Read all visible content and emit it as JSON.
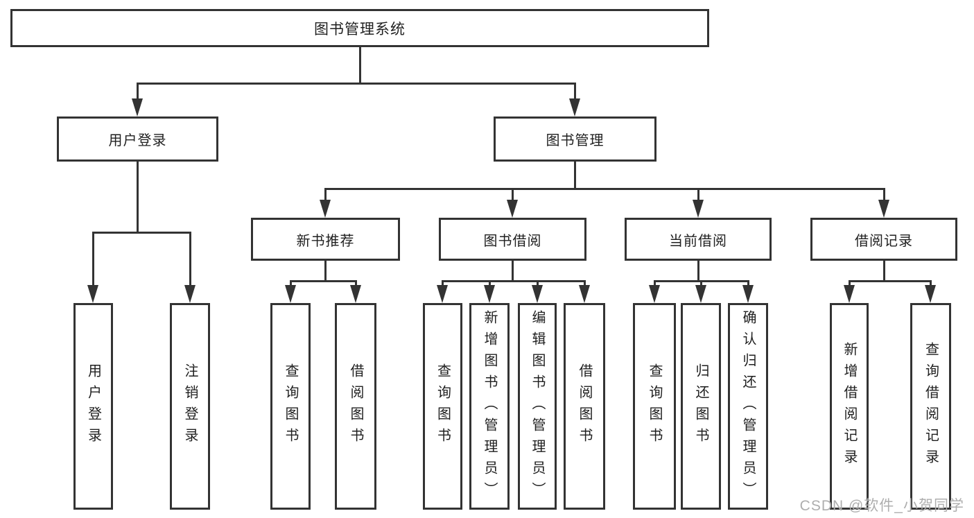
{
  "tree": {
    "label": "图书管理系统",
    "children": [
      {
        "label": "用户登录",
        "children": [
          {
            "label": "用户登录"
          },
          {
            "label": "注销登录"
          }
        ]
      },
      {
        "label": "图书管理",
        "children": [
          {
            "label": "新书推荐",
            "children": [
              {
                "label": "查询图书"
              },
              {
                "label": "借阅图书"
              }
            ]
          },
          {
            "label": "图书借阅",
            "children": [
              {
                "label": "查询图书"
              },
              {
                "label": "新增图书（管理员）"
              },
              {
                "label": "编辑图书（管理员）"
              },
              {
                "label": "借阅图书"
              }
            ]
          },
          {
            "label": "当前借阅",
            "children": [
              {
                "label": "查询图书"
              },
              {
                "label": "归还图书"
              },
              {
                "label": "确认归还（管理员）"
              }
            ]
          },
          {
            "label": "借阅记录",
            "children": [
              {
                "label": "新增借阅记录"
              },
              {
                "label": "查询借阅记录"
              }
            ]
          }
        ]
      }
    ]
  },
  "watermark": "CSDN @软件_小贺同学",
  "colors": {
    "line": "#333333",
    "text": "#1f1f1f",
    "watermark": "#aeaeae",
    "background": "#ffffff"
  }
}
